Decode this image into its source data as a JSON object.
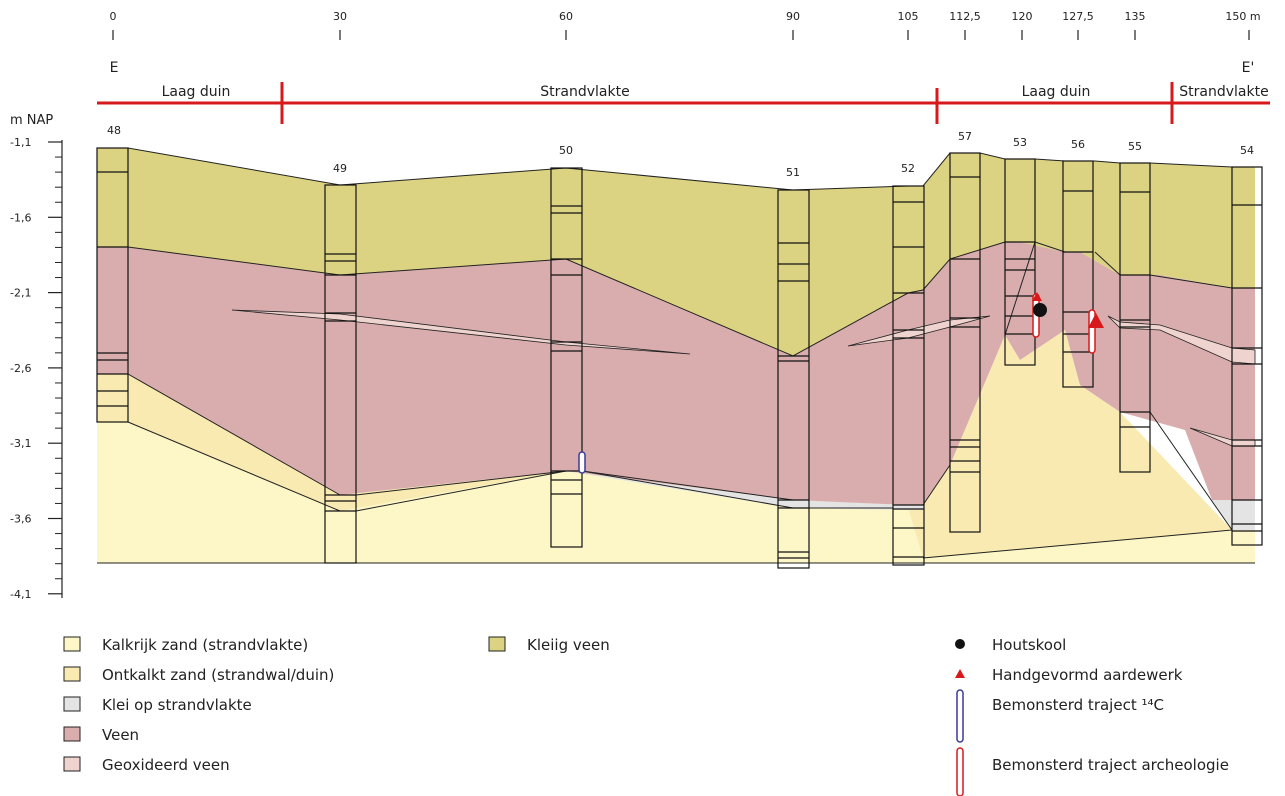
{
  "profile": {
    "start_label": "E",
    "end_label": "E'",
    "distance_unit": "m",
    "distance_ticks": [
      "0",
      "30",
      "60",
      "90",
      "105",
      "112,5",
      "120",
      "127,5",
      "135",
      "150"
    ],
    "zones": [
      "Laag duin",
      "Strandvlakte",
      "Laag duin",
      "Strandvlakte"
    ]
  },
  "depth_axis": {
    "title": "m NAP",
    "ticks": [
      "-1,1",
      "-1,6",
      "-2,1",
      "-2,6",
      "-3,1",
      "-3,6",
      "-4,1"
    ]
  },
  "boreholes": [
    "48",
    "49",
    "50",
    "51",
    "52",
    "57",
    "53",
    "56",
    "55",
    "54"
  ],
  "colors": {
    "kalkrijk_zand": "#fdf6c7",
    "ontkalkt_zand": "#f8eab0",
    "klei": "#e4e4e4",
    "veen": "#d9adad",
    "geoxideerd_veen": "#eed3cf",
    "kleiig_veen": "#dbd381",
    "zone_line": "#d7191c",
    "c14_marker": "#3a3a9a",
    "archeo_marker": "#d7191c"
  },
  "legend": {
    "layers": [
      {
        "label": "Kalkrijk zand (strandvlakte)",
        "color": "#fdf6c7"
      },
      {
        "label": "Ontkalkt zand (strandwal/duin)",
        "color": "#f8eab0"
      },
      {
        "label": "Klei op strandvlakte",
        "color": "#e4e4e4"
      },
      {
        "label": "Veen",
        "color": "#d9adad"
      },
      {
        "label": "Geoxideerd veen",
        "color": "#eed3cf"
      },
      {
        "label": "Kleiig veen",
        "color": "#dbd381"
      }
    ],
    "symbols": [
      {
        "label": "Houtskool",
        "icon": "black-dot"
      },
      {
        "label": "Handgevormd aardewerk",
        "icon": "red-triangle"
      },
      {
        "label": "Bemonsterd traject ¹⁴C",
        "icon": "blue-core-sample"
      },
      {
        "label": "Bemonsterd traject archeologie",
        "icon": "red-core-sample"
      }
    ]
  }
}
